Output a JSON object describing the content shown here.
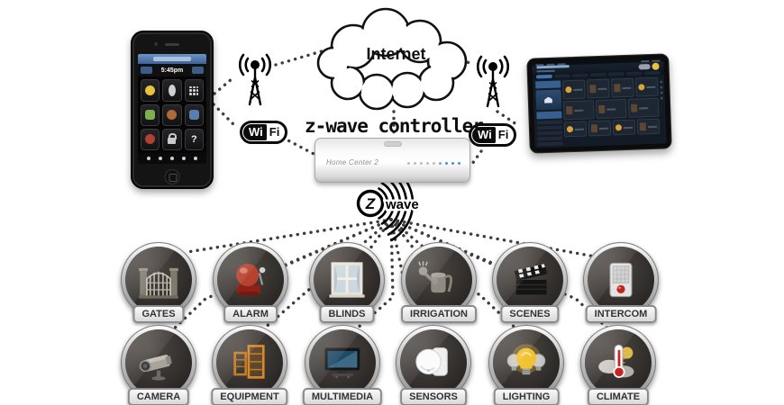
{
  "cloud": {
    "label": "Internet"
  },
  "controller": {
    "label": "z-wave controller",
    "device_name": "Home Center 2"
  },
  "wifi_badge": {
    "wi": "Wi",
    "fi": "Fi"
  },
  "zwave_logo": {
    "z": "Z",
    "wave": "wave"
  },
  "phone": {
    "time": "5:45pm",
    "question_glyph": "?"
  },
  "devices": [
    {
      "label": "GATES",
      "icon": "gates-icon"
    },
    {
      "label": "ALARM",
      "icon": "alarm-icon"
    },
    {
      "label": "BLINDS",
      "icon": "blinds-icon"
    },
    {
      "label": "IRRIGATION",
      "icon": "irrigation-icon"
    },
    {
      "label": "SCENES",
      "icon": "scenes-icon"
    },
    {
      "label": "INTERCOM",
      "icon": "intercom-icon"
    },
    {
      "label": "CAMERA",
      "icon": "camera-icon"
    },
    {
      "label": "EQUIPMENT",
      "icon": "equipment-icon"
    },
    {
      "label": "MULTIMEDIA",
      "icon": "multimedia-icon"
    },
    {
      "label": "SENSORS",
      "icon": "sensors-icon"
    },
    {
      "label": "LIGHTING",
      "icon": "lighting-icon"
    },
    {
      "label": "CLIMATE",
      "icon": "climate-icon"
    }
  ],
  "colors": {
    "line_dots": "#3d3d3d",
    "alarm_red": "#b5412f",
    "lighting_yellow": "#f0c030",
    "equipment_orange": "#c87a1e",
    "screen_blue": "#3e77b0",
    "led_blue": "#4a90d9"
  }
}
